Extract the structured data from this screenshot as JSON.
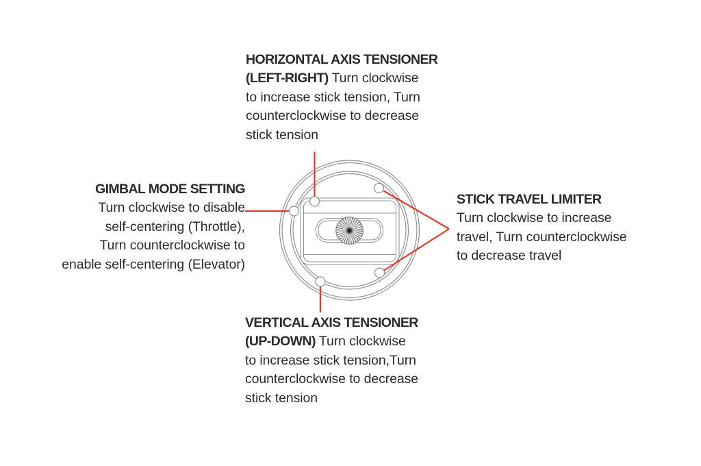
{
  "colors": {
    "callout_red": "#e6372e",
    "diagram_line_gray": "#909394",
    "text_color": "#2a2a2a",
    "background": "#ffffff"
  },
  "diagram": {
    "description_icons": [
      "gimbal-rear-view-diagram",
      "screw-horizontal-tensioner",
      "screw-gimbal-mode",
      "screw-travel-limiter-upper",
      "screw-travel-limiter-lower",
      "screw-vertical-tensioner",
      "knurled-spring-disc"
    ]
  },
  "annotations": {
    "horizontal_axis_tensioner": {
      "lines": [
        {
          "b": "HORIZONTAL AXIS TENSIONER",
          "r": ""
        },
        {
          "b": "(LEFT-RIGHT)",
          "r": " Turn clockwise"
        },
        {
          "b": "",
          "r": "to increase stick tension, Turn"
        },
        {
          "b": "",
          "r": "counterclockwise to decrease"
        },
        {
          "b": "",
          "r": "stick tension"
        }
      ]
    },
    "gimbal_mode_setting": {
      "lines": [
        {
          "b": "GIMBAL MODE SETTING",
          "r": ""
        },
        {
          "b": "",
          "r": "Turn clockwise to disable"
        },
        {
          "b": "",
          "r": "self-centering (Throttle),"
        },
        {
          "b": "",
          "r": "Turn counterclockwise to"
        },
        {
          "b": "",
          "r": "enable self-centering (Elevator)"
        }
      ]
    },
    "stick_travel_limiter": {
      "lines": [
        {
          "b": "STICK TRAVEL LIMITER",
          "r": ""
        },
        {
          "b": "",
          "r": "Turn clockwise to increase"
        },
        {
          "b": "",
          "r": "travel, Turn counterclockwise"
        },
        {
          "b": "",
          "r": "to decrease travel"
        }
      ]
    },
    "vertical_axis_tensioner": {
      "lines": [
        {
          "b": "VERTICAL AXIS TENSIONER",
          "r": ""
        },
        {
          "b": "(UP-DOWN)",
          "r": " Turn clockwise"
        },
        {
          "b": "",
          "r": "to increase stick tension,Turn"
        },
        {
          "b": "",
          "r": "counterclockwise to decrease"
        },
        {
          "b": "",
          "r": "stick tension"
        }
      ]
    }
  }
}
